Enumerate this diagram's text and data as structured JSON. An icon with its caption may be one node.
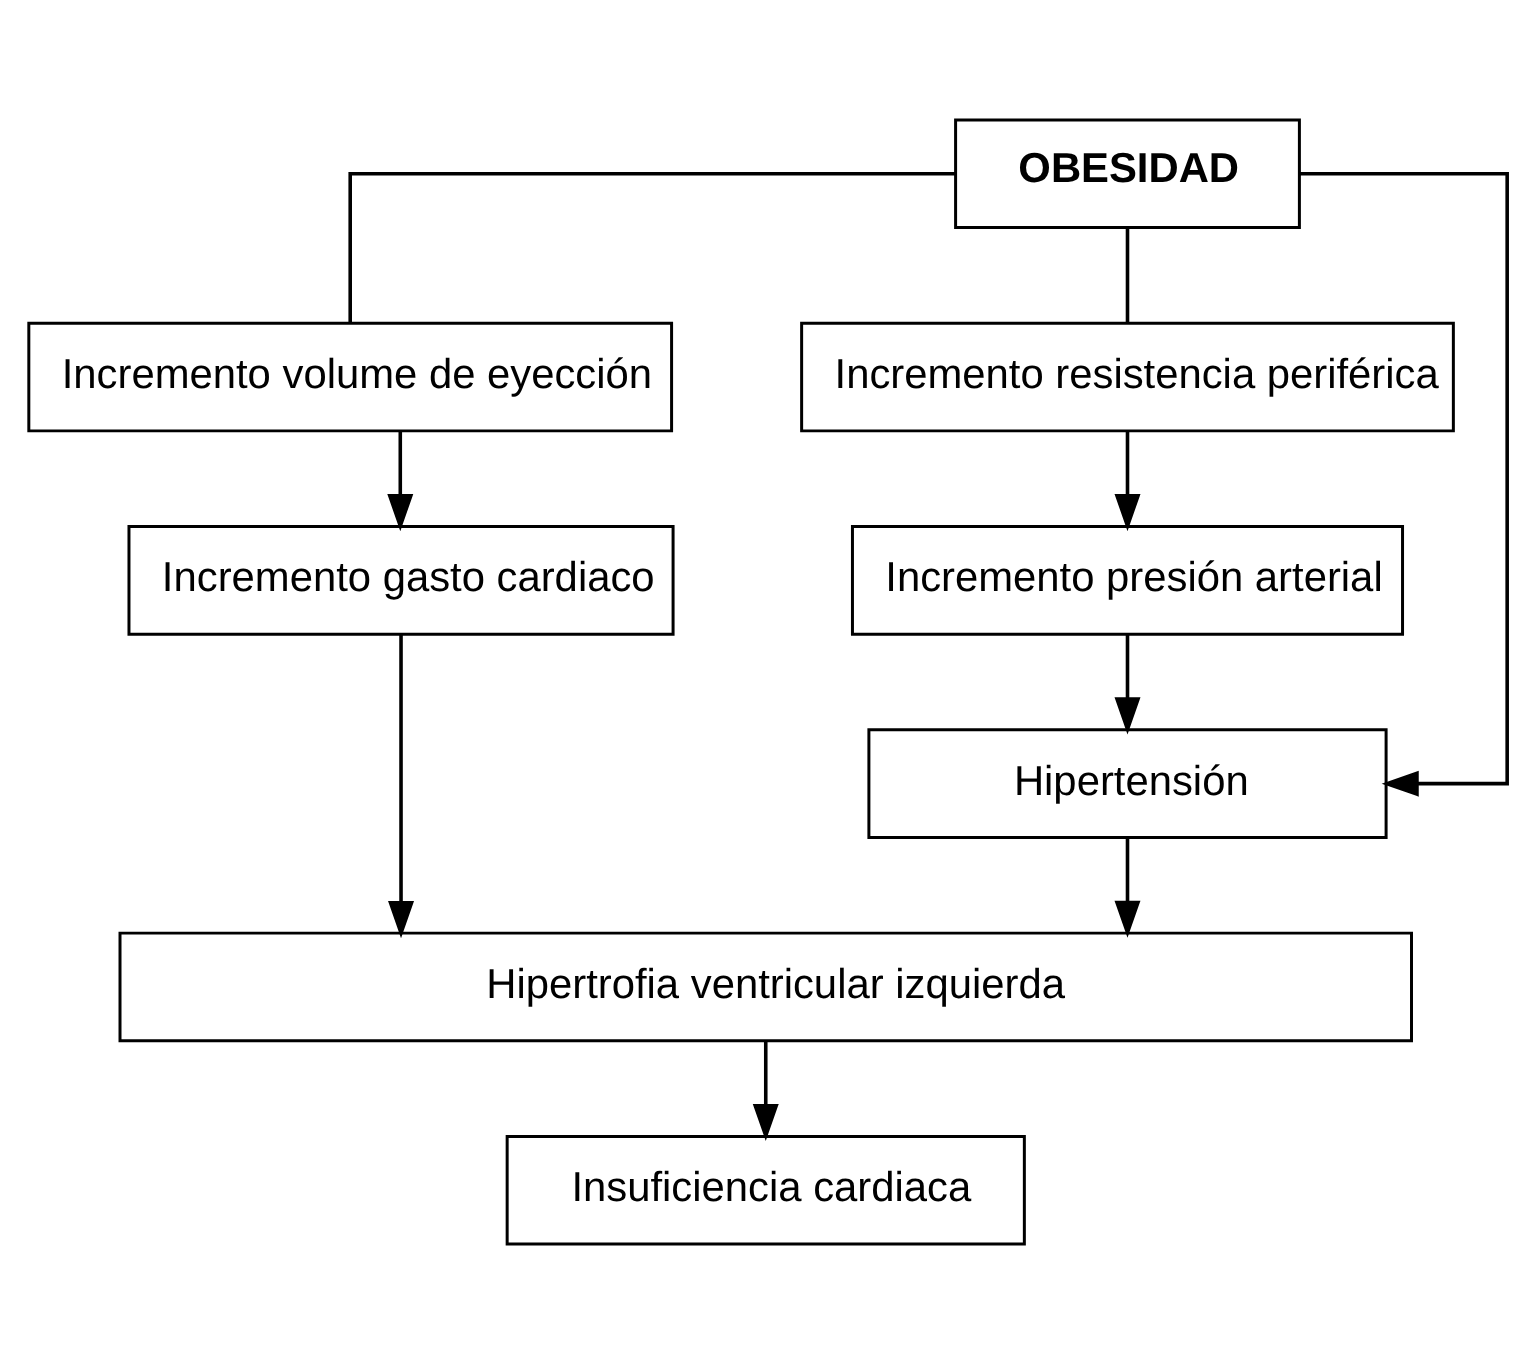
{
  "diagram": {
    "nodes": [
      {
        "text": [
          "OBESIDAD"
        ]
      },
      {
        "text": [
          "Incremento volume de eyección"
        ]
      },
      {
        "text": [
          "Incremento resistencia periférica"
        ]
      },
      {
        "text": [
          "Incremento gasto cardiaco"
        ]
      },
      {
        "text": [
          "Incremento presión arterial"
        ]
      },
      {
        "text": [
          "Hipertensión"
        ]
      },
      {
        "text": [
          "Hipertrofia ventricular izquierda"
        ]
      },
      {
        "text": [
          "Insuficiencia cardiaca"
        ]
      }
    ],
    "edges": [
      {
        "from": 0,
        "to": 1,
        "arrow": "none"
      },
      {
        "from": 0,
        "to": 2,
        "arrow": "none"
      },
      {
        "from": 0,
        "to": 5,
        "arrow": "to"
      },
      {
        "from": 1,
        "to": 3,
        "arrow": "to"
      },
      {
        "from": 2,
        "to": 4,
        "arrow": "to"
      },
      {
        "from": 4,
        "to": 5,
        "arrow": "to"
      },
      {
        "from": 3,
        "to": 6,
        "arrow": "to"
      },
      {
        "from": 5,
        "to": 6,
        "arrow": "to"
      },
      {
        "from": 6,
        "to": 7,
        "arrow": "to"
      }
    ]
  }
}
